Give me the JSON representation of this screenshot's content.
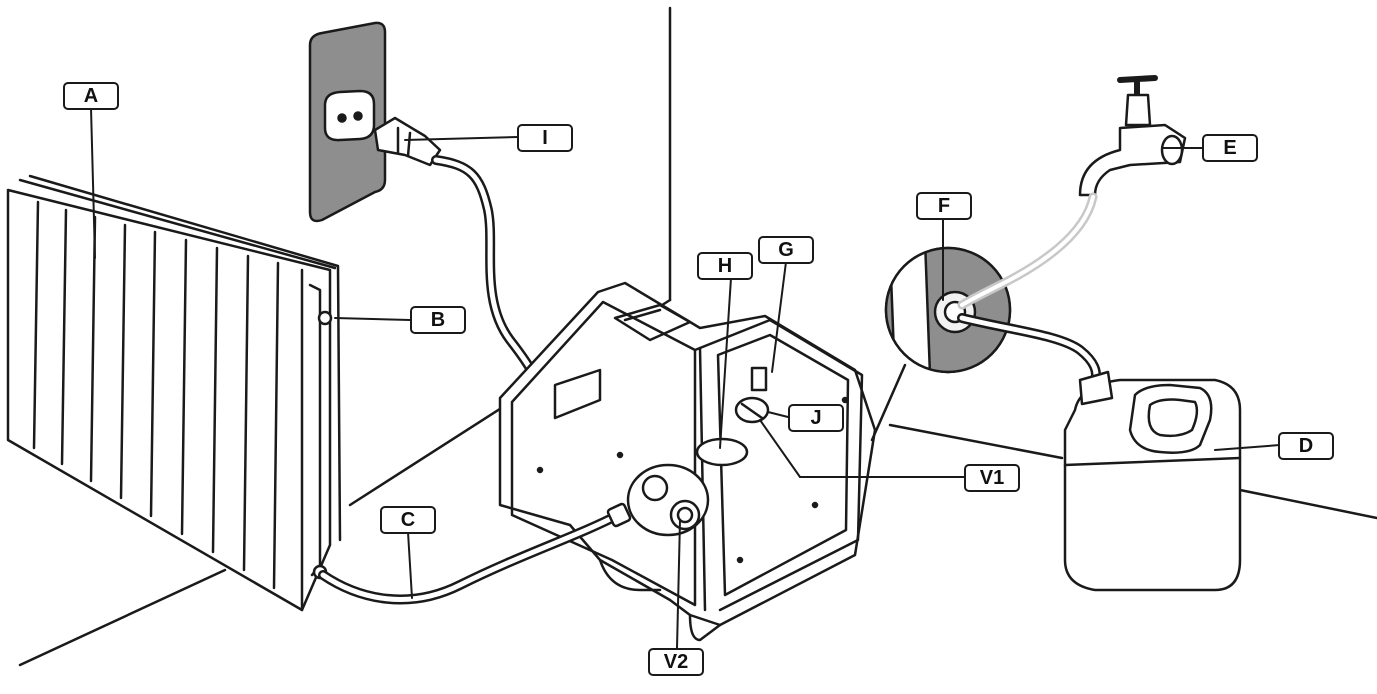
{
  "callouts": {
    "A": "A",
    "B": "B",
    "C": "C",
    "D": "D",
    "E": "E",
    "F": "F",
    "G": "G",
    "H": "H",
    "I": "I",
    "J": "J",
    "V1": "V1",
    "V2": "V2"
  },
  "colors": {
    "line": "#1a1a1a",
    "outlet_plate": "#8e8e8e",
    "light_fill": "#f2f2f2",
    "water_hose": "#c8c8c8"
  }
}
